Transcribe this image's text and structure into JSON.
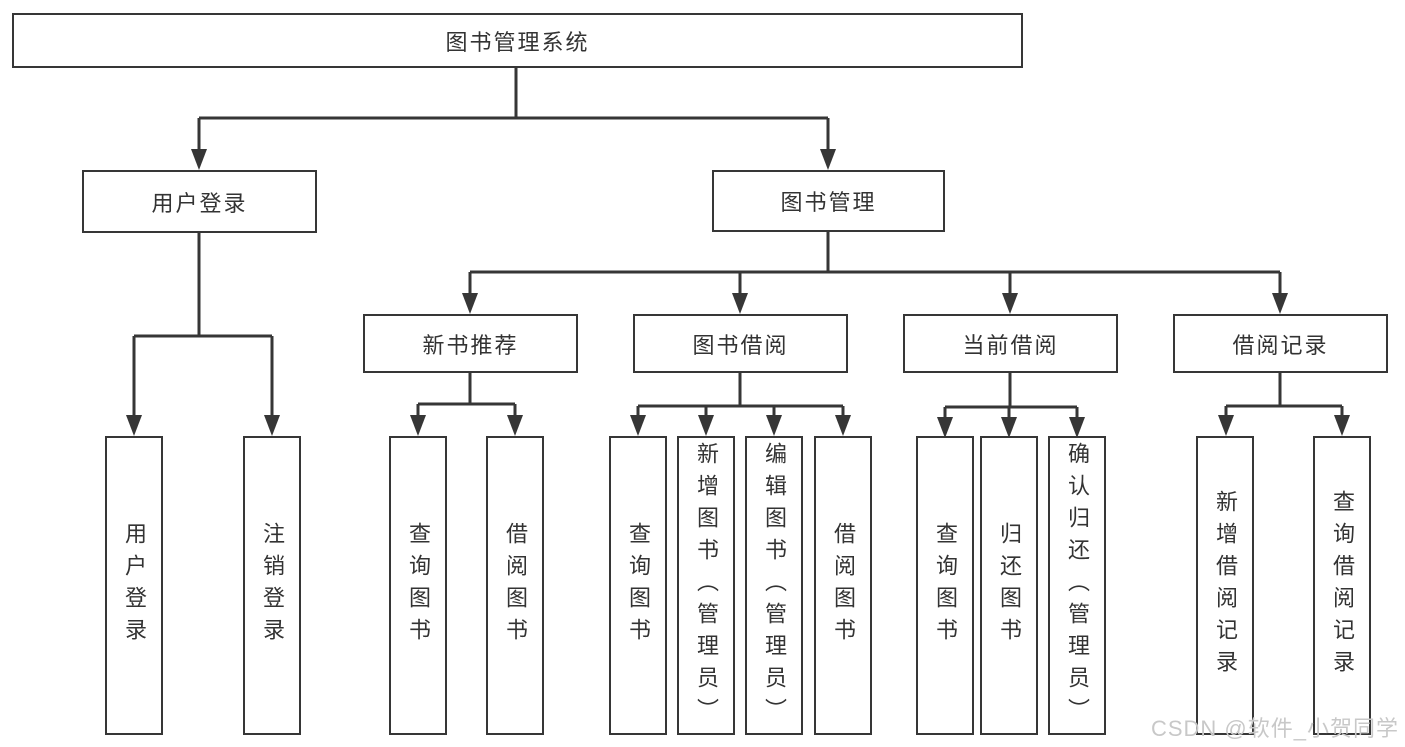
{
  "diagram": {
    "root": {
      "label": "图书管理系统"
    },
    "branches": [
      {
        "label": "用户登录",
        "leaves": [
          {
            "label": "用户登录"
          },
          {
            "label": "注销登录"
          }
        ]
      },
      {
        "label": "图书管理",
        "groups": [
          {
            "label": "新书推荐",
            "leaves": [
              {
                "label": "查询图书"
              },
              {
                "label": "借阅图书"
              }
            ]
          },
          {
            "label": "图书借阅",
            "leaves": [
              {
                "label": "查询图书"
              },
              {
                "label": "新增图书（管理员）"
              },
              {
                "label": "编辑图书（管理员）"
              },
              {
                "label": "借阅图书"
              }
            ]
          },
          {
            "label": "当前借阅",
            "leaves": [
              {
                "label": "查询图书"
              },
              {
                "label": "归还图书"
              },
              {
                "label": "确认归还（管理员）"
              }
            ]
          },
          {
            "label": "借阅记录",
            "leaves": [
              {
                "label": "新增借阅记录"
              },
              {
                "label": "查询借阅记录"
              }
            ]
          }
        ]
      }
    ]
  },
  "watermark": {
    "text": "CSDN @软件_小贺同学"
  },
  "colors": {
    "line": "#363636",
    "text": "#333333",
    "watermark": "#c8c8c8",
    "background": "#ffffff"
  }
}
